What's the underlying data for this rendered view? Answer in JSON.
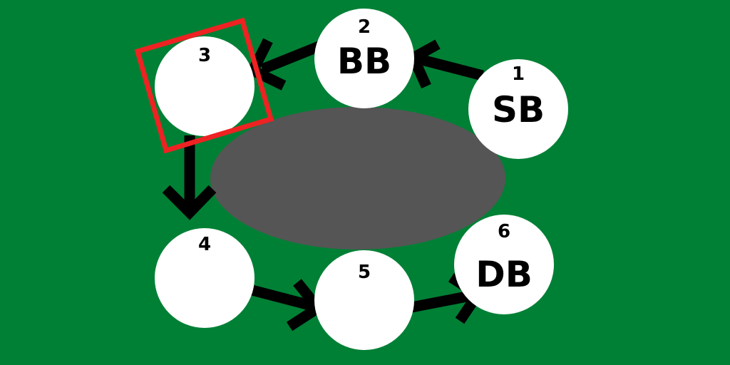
{
  "colors": {
    "felt": "#008035",
    "table": "#555555",
    "seat": "#ffffff",
    "arrow": "#000000",
    "highlight": "#ee2222"
  },
  "seats": [
    {
      "number": "1",
      "role": "SB"
    },
    {
      "number": "2",
      "role": "BB"
    },
    {
      "number": "3",
      "role": ""
    },
    {
      "number": "4",
      "role": ""
    },
    {
      "number": "5",
      "role": ""
    },
    {
      "number": "6",
      "role": "DB"
    }
  ],
  "highlighted_seat": "3"
}
